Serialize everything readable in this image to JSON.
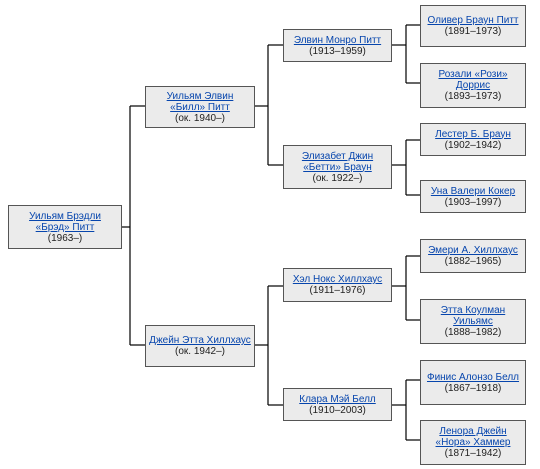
{
  "tree": {
    "root": {
      "name": "Уильям Брэдли «Брэд» Питт",
      "years": "(1963–)"
    },
    "father": {
      "name": "Уильям Элвин «Билл» Питт",
      "years": "(ок. 1940–)"
    },
    "mother": {
      "name": "Джейн Этта Хиллхаус",
      "years": "(ок. 1942–)"
    },
    "paternal_grandfather": {
      "name": "Элвин Монро Питт",
      "years": "(1913–1959)"
    },
    "paternal_grandmother": {
      "name": "Элизабет Джин «Бетти» Браун",
      "years": "(ок. 1922–)"
    },
    "maternal_grandfather": {
      "name": "Хэл Нокс Хиллхаус",
      "years": "(1911–1976)"
    },
    "maternal_grandmother": {
      "name": "Клара Мэй Белл",
      "years": "(1910–2003)"
    },
    "ggf_pp": {
      "name": "Оливер Браун Питт",
      "years": "(1891–1973)"
    },
    "ggm_pp": {
      "name": "Розали «Рози» Доррис",
      "years": "(1893–1973)"
    },
    "ggf_pm": {
      "name": "Лестер Б. Браун",
      "years": "(1902–1942)"
    },
    "ggm_pm": {
      "name": "Уна Валери Кокер",
      "years": "(1903–1997)"
    },
    "ggf_mp": {
      "name": "Эмери А. Хиллхаус",
      "years": "(1882–1965)"
    },
    "ggm_mp": {
      "name": "Этта Коулман Уильямс",
      "years": "(1888–1982)"
    },
    "ggf_mm": {
      "name": "Финис Алонзо Белл",
      "years": "(1867–1918)"
    },
    "ggm_mm": {
      "name": "Ленора Джейн «Нора» Хаммер",
      "years": "(1871–1942)"
    }
  }
}
